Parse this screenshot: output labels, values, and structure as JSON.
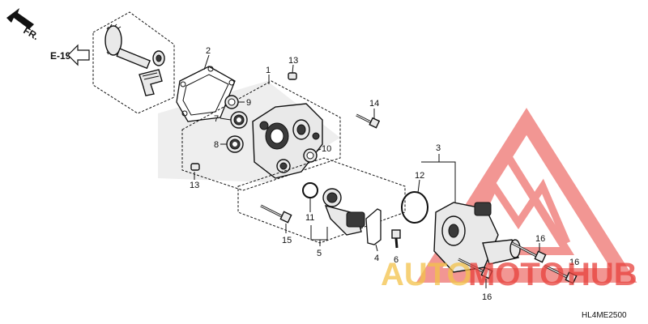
{
  "diagram": {
    "direction_label": "FR.",
    "reference_label": "E-19",
    "diagram_code": "HL4ME2500",
    "watermark": {
      "part1": "AUTO",
      "part2": "MOTO",
      "part3": "HUB",
      "accent": "#e8413c",
      "secondary": "#f3c24a"
    },
    "callouts": {
      "c1": "1",
      "c2": "2",
      "c3": "3",
      "c4": "4",
      "c5": "5",
      "c6": "6",
      "c7": "7",
      "c8": "8",
      "c9": "9",
      "c10": "10",
      "c11": "11",
      "c12": "12",
      "c13a": "13",
      "c13b": "13",
      "c14": "14",
      "c15": "15",
      "c16a": "16",
      "c16b": "16",
      "c16c": "16"
    }
  }
}
